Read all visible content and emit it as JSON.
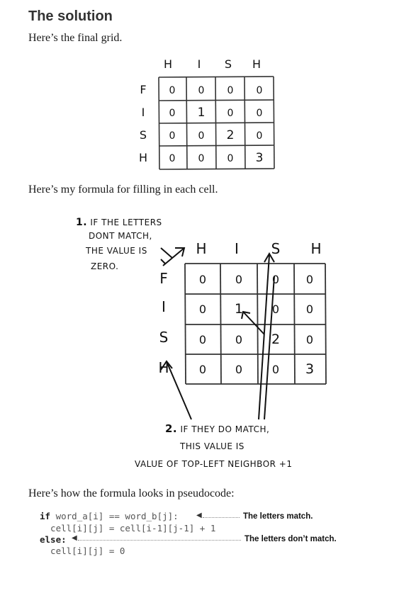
{
  "heading": "The solution",
  "para1": "Here’s the final grid.",
  "grid1": {
    "cols": [
      "H",
      "I",
      "S",
      "H"
    ],
    "rows": [
      "F",
      "I",
      "S",
      "H"
    ],
    "cells": [
      [
        "0",
        "0",
        "0",
        "0"
      ],
      [
        "0",
        "1",
        "0",
        "0"
      ],
      [
        "0",
        "0",
        "2",
        "0"
      ],
      [
        "0",
        "0",
        "0",
        "3"
      ]
    ]
  },
  "para2": "Here’s my formula for filling in each cell.",
  "note1": {
    "num": "1.",
    "lines": [
      "IF THE LETTERS",
      "DONT MATCH,",
      "THE VALUE IS",
      "ZERO."
    ]
  },
  "grid2": {
    "cols": [
      "H",
      "I",
      "S",
      "H"
    ],
    "rows": [
      "F",
      "I",
      "S",
      "H"
    ],
    "cells": [
      [
        "0",
        "0",
        "0",
        "0"
      ],
      [
        "0",
        "1",
        "0",
        "0"
      ],
      [
        "0",
        "0",
        "2",
        "0"
      ],
      [
        "0",
        "0",
        "0",
        "3"
      ]
    ]
  },
  "note2": {
    "num": "2.",
    "lines": [
      "IF THEY DO MATCH,",
      "THIS VALUE IS",
      "VALUE OF TOP-LEFT NEIGHBOR +1"
    ]
  },
  "para3": "Here’s how the formula looks in pseudocode:",
  "code": {
    "line1_kw": "if",
    "line1_rest": " word_a[i] == word_b[j]:",
    "line2": "  cell[i][j] = cell[i-1][j-1] + 1",
    "line3_kw": "else:",
    "line4": "  cell[i][j] = 0"
  },
  "annotations": {
    "match": "The letters match.",
    "nomatch": "The letters don’t match."
  }
}
